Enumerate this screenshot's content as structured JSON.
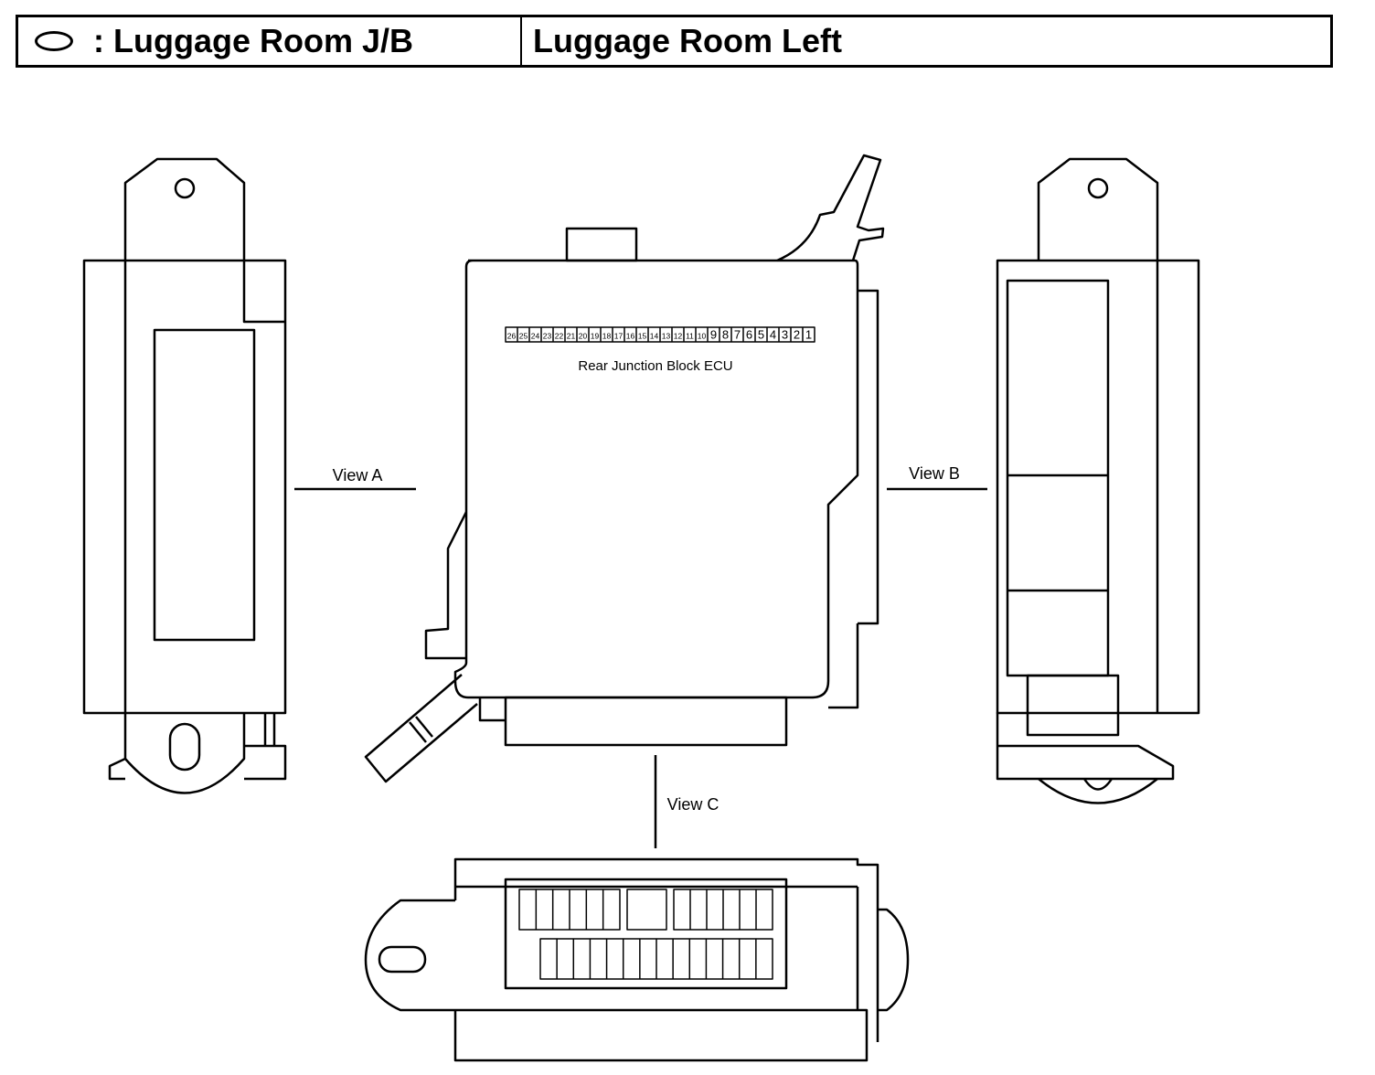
{
  "header": {
    "location_label": ": Luggage Room J/B",
    "location_detail": "Luggage Room Left",
    "legend_icon": "oval-icon"
  },
  "component": {
    "name": "Rear Junction Block ECU",
    "terminals": [
      "26",
      "25",
      "24",
      "23",
      "22",
      "21",
      "20",
      "19",
      "18",
      "17",
      "16",
      "15",
      "14",
      "13",
      "12",
      "11",
      "10",
      "9",
      "8",
      "7",
      "6",
      "5",
      "4",
      "3",
      "2",
      "1"
    ]
  },
  "views": {
    "a": "View A",
    "b": "View B",
    "c": "View C"
  }
}
